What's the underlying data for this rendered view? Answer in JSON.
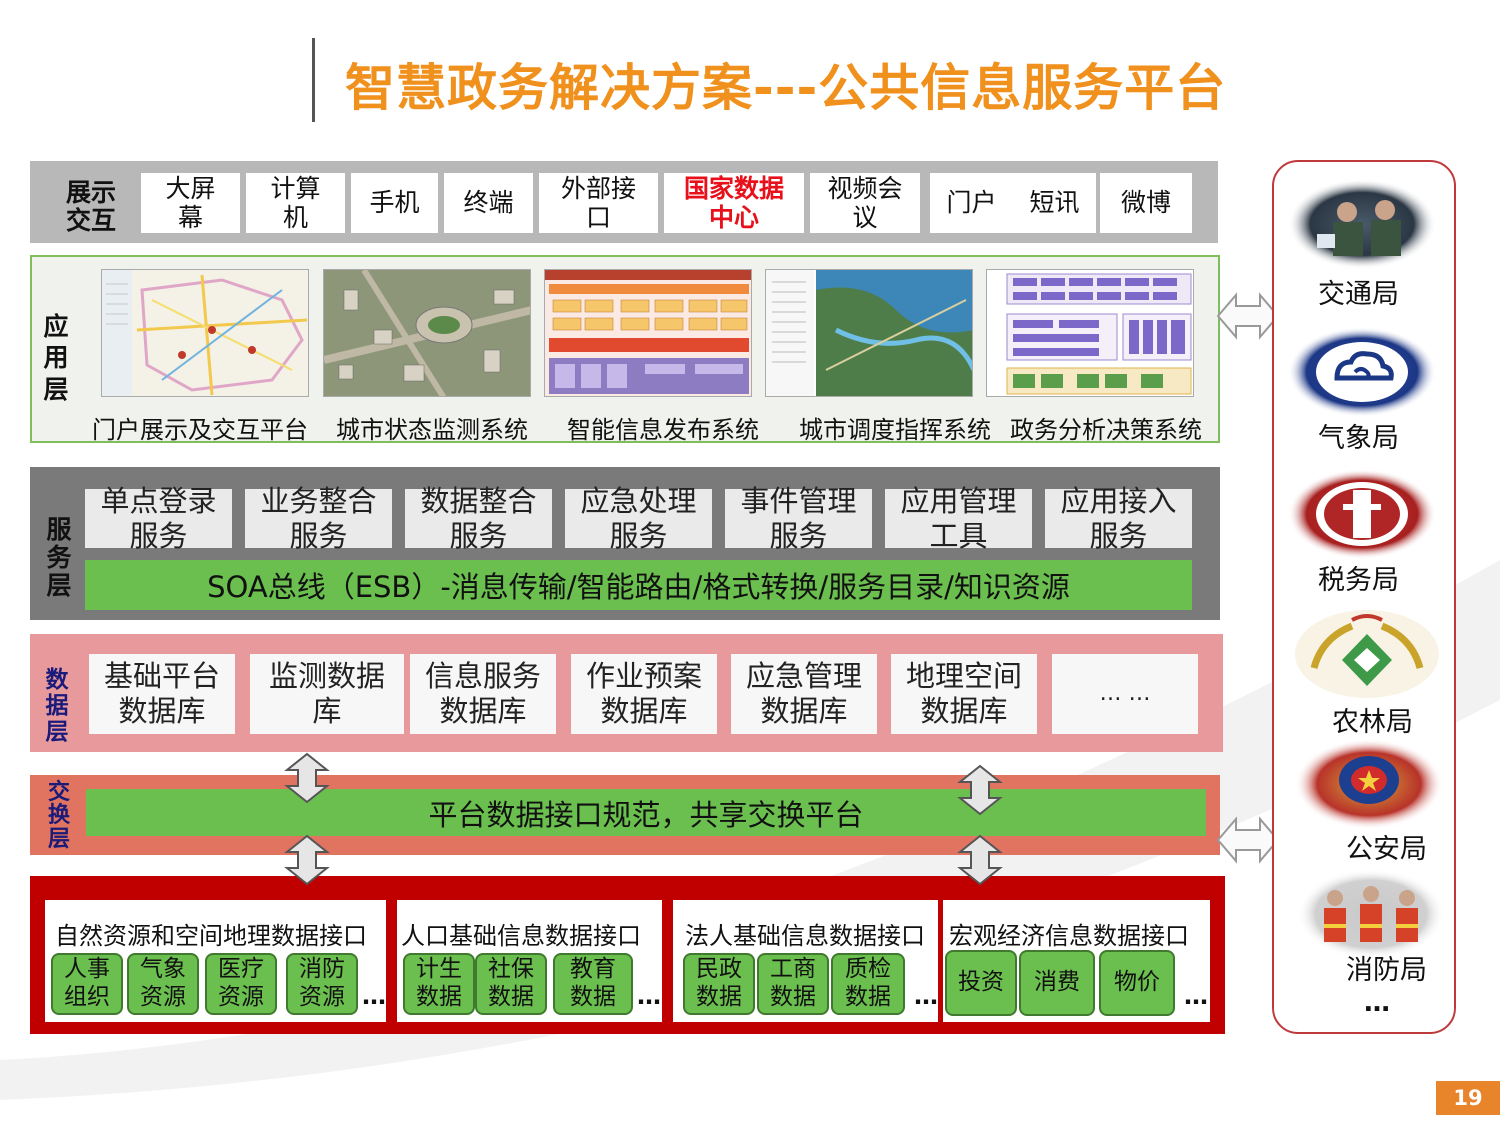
{
  "title": "智慧政务解决方案---公共信息服务平台",
  "layers": {
    "display": {
      "label_lines": [
        "展示",
        "交互"
      ],
      "items": [
        {
          "lines": [
            "大屏",
            "幕"
          ]
        },
        {
          "lines": [
            "计算",
            "机"
          ]
        },
        {
          "lines": [
            "手机"
          ]
        },
        {
          "lines": [
            "终端"
          ]
        },
        {
          "lines": [
            "外部接",
            "口"
          ]
        },
        {
          "lines": [
            "国家数据",
            "中心"
          ],
          "highlight": true
        },
        {
          "lines": [
            "视频会",
            "议"
          ]
        },
        {
          "text": "门户",
          "text2": "短讯"
        },
        {
          "lines": [
            "微博"
          ]
        }
      ],
      "highlight_color": "#e8101a"
    },
    "application": {
      "label_lines": [
        "应",
        "用",
        "层"
      ],
      "systems": [
        "门户展示及交互平台",
        "城市状态监测系统",
        "智能信息发布系统",
        "城市调度指挥系统",
        "政务分析决策系统"
      ]
    },
    "service": {
      "label_lines": [
        "服",
        "务",
        "层"
      ],
      "items": [
        [
          "单点登录",
          "服务"
        ],
        [
          "业务整合",
          "服务"
        ],
        [
          "数据整合",
          "服务"
        ],
        [
          "应急处理",
          "服务"
        ],
        [
          "事件管理",
          "服务"
        ],
        [
          "应用管理",
          "工具"
        ],
        [
          "应用接入",
          "服务"
        ]
      ],
      "bus": "SOA总线（ESB）-消息传输/智能路由/格式转换/服务目录/知识资源"
    },
    "data": {
      "label_lines": [
        "数",
        "据",
        "层"
      ],
      "items": [
        [
          "基础平台",
          "数据库"
        ],
        [
          "监测数据",
          "库"
        ],
        [
          "信息服务",
          "数据库"
        ],
        [
          "作业预案",
          "数据库"
        ],
        [
          "应急管理",
          "数据库"
        ],
        [
          "地理空间",
          "数据库"
        ],
        [
          "… …"
        ]
      ]
    },
    "exchange": {
      "label_lines": [
        "交",
        "换",
        "层"
      ],
      "bar": "平台数据接口规范，共享交换平台"
    },
    "interfaces": [
      {
        "title": "自然资源和空间地理数据接口",
        "items": [
          [
            "人事",
            "组织"
          ],
          [
            "气象",
            "资源"
          ],
          [
            "医疗",
            "资源"
          ],
          [
            "消防",
            "资源"
          ]
        ],
        "more": "…"
      },
      {
        "title": "人口基础信息数据接口",
        "items": [
          [
            "计生",
            "数据"
          ],
          [
            "社保",
            "数据"
          ],
          [
            "教育",
            "数据"
          ]
        ],
        "more": "…"
      },
      {
        "title": "法人基础信息数据接口",
        "items": [
          [
            "民政",
            "数据"
          ],
          [
            "工商",
            "数据"
          ],
          [
            "质检",
            "数据"
          ]
        ],
        "more": "…"
      },
      {
        "title": "宏观经济信息数据接口",
        "items": [
          [
            "投资"
          ],
          [
            "消费"
          ],
          [
            "物价"
          ]
        ],
        "more": "…"
      }
    ]
  },
  "bureaus": [
    {
      "name": "交通局",
      "icon": "traffic-police-photo-icon"
    },
    {
      "name": "气象局",
      "icon": "weather-bureau-emblem-icon"
    },
    {
      "name": "税务局",
      "icon": "tax-bureau-emblem-icon"
    },
    {
      "name": "农林局",
      "icon": "agriculture-forestry-emblem-icon"
    },
    {
      "name": "公安局",
      "icon": "police-badge-icon"
    },
    {
      "name": "消防局",
      "icon": "firefighters-photo-icon"
    }
  ],
  "bureaus_more": "…",
  "page_number": "19",
  "colors": {
    "title": "#f0901d",
    "green": "#6bbf4e",
    "data_layer": "#e8999c",
    "exchange_layer": "#e17460",
    "interface_layer": "#c00000",
    "service_layer": "#7a7a7a",
    "page_badge": "#e8852a"
  }
}
